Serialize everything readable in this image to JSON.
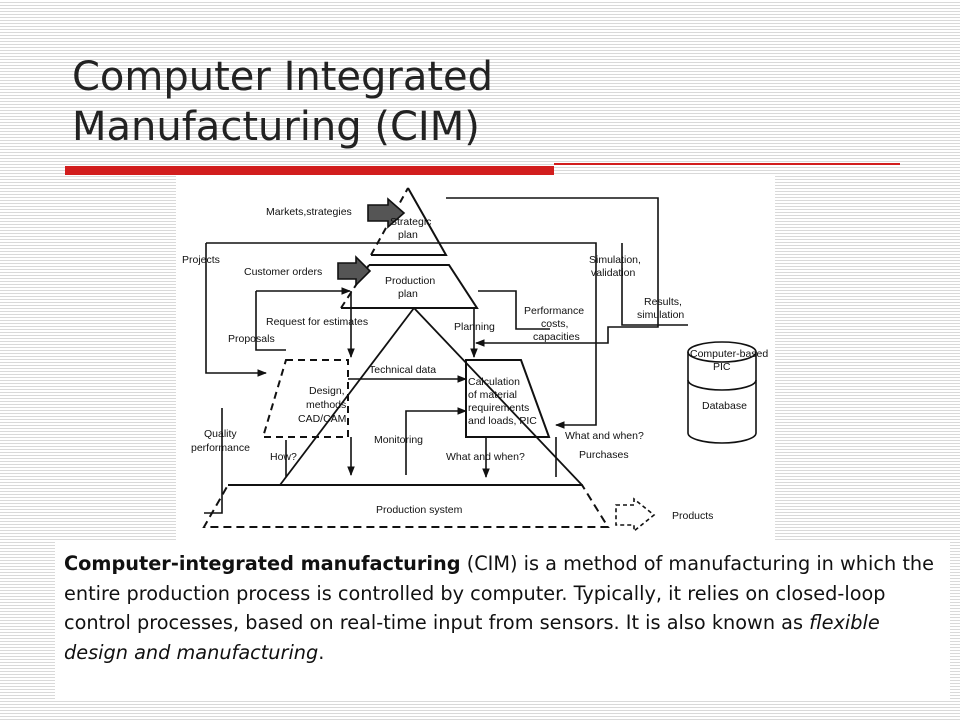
{
  "slide": {
    "title_line1": "Computer Integrated",
    "title_line2": "Manufacturing (CIM)",
    "accent_color": "#d21e1e"
  },
  "diagram": {
    "labels": {
      "markets": "Markets,strategies",
      "strategic1": "Strategic",
      "strategic2": "plan",
      "projects": "Projects",
      "customer": "Customer orders",
      "production1": "Production",
      "production2": "plan",
      "simulation1": "Simulation,",
      "simulation2": "validation",
      "results1": "Results,",
      "results2": "simulation",
      "request": "Request for estimates",
      "planning": "Planning",
      "perf1": "Performance",
      "perf2": "costs,",
      "perf3": "capacities",
      "proposals": "Proposals",
      "technical": "Technical data",
      "pic1": "Computer-based",
      "pic2": "PIC",
      "database": "Database",
      "design1": "Design,",
      "design2": "methods,",
      "design3": "CAD/CAM",
      "calc1": "Calculation",
      "calc2": "of material",
      "calc3": "requirements",
      "calc4": "and loads, PIC",
      "quality1": "Quality",
      "quality2": "performance",
      "monitoring": "Monitoring",
      "whatwhen_right": "What and when?",
      "purchases": "Purchases",
      "how": "How?",
      "whatwhen_mid": "What and when?",
      "production_system": "Production system",
      "products": "Products"
    }
  },
  "description": {
    "bold": "Computer-integrated manufacturing",
    "text1": " (CIM) is a method of manufacturing in which the entire production process is controlled by computer. Typically, it relies on closed-loop control processes, based on real-time input from sensors. It is also known as ",
    "italic": "flexible design and manufacturing",
    "text2": "."
  }
}
